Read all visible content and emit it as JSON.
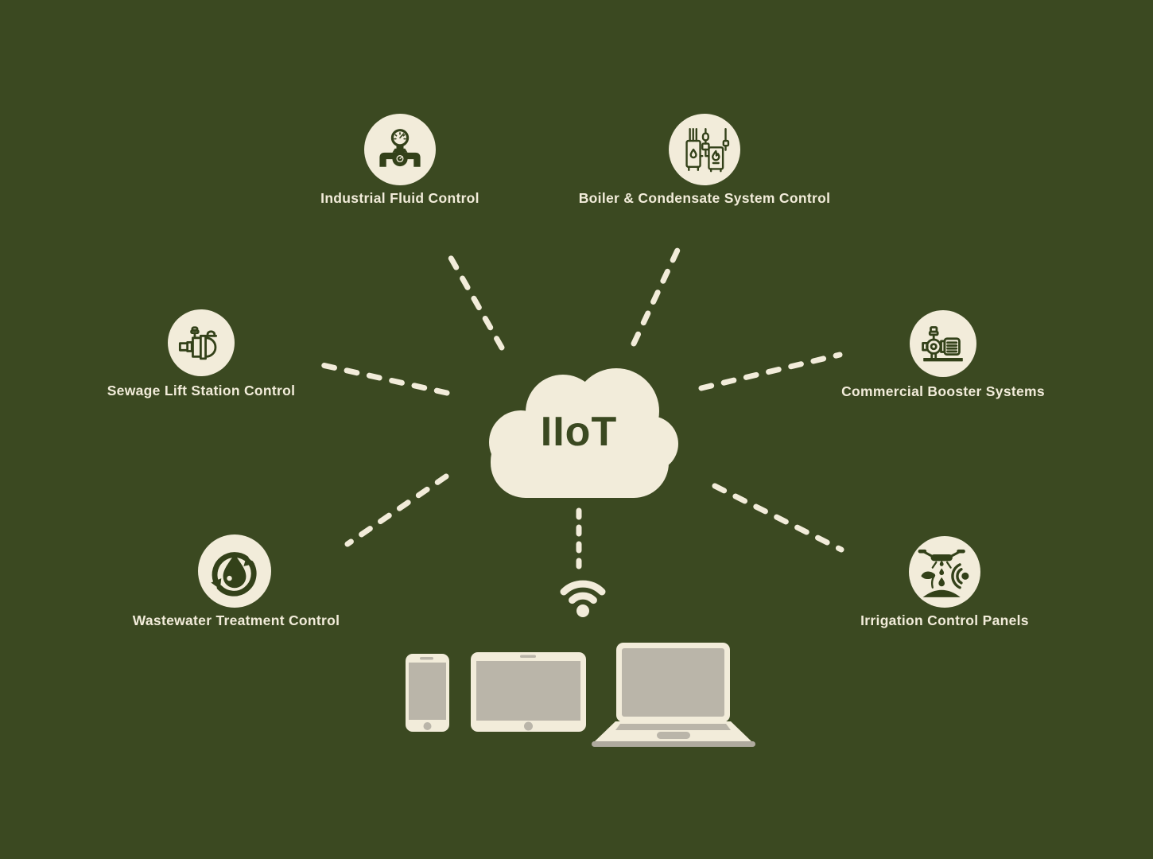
{
  "title": "IIoT connectivity infographic",
  "colors": {
    "background": "#3B4921",
    "cream": "#F2ECDA",
    "icon_green": "#334119",
    "device_screen_gray": "#BAB5A9",
    "device_shadow_gray": "#AFAA9E"
  },
  "cloud": {
    "label": "IIoT",
    "shape": "cloud"
  },
  "nodes": [
    {
      "label": "Industrial Fluid Control",
      "icon": "valve-gauge-icon"
    },
    {
      "label": "Boiler & Condensate System Control",
      "icon": "boiler-icon"
    },
    {
      "label": "Sewage Lift Station Control",
      "icon": "sewage-pump-icon"
    },
    {
      "label": "Commercial Booster Systems",
      "icon": "booster-pump-icon"
    },
    {
      "label": "Wastewater Treatment Control",
      "icon": "water-recycle-icon"
    },
    {
      "label": "Irrigation Control Panels",
      "icon": "irrigation-icon"
    }
  ],
  "connectors": {
    "style": "dashed",
    "count": 7
  },
  "wifi": {
    "icon": "wifi-icon"
  },
  "devices": [
    {
      "name": "smartphone"
    },
    {
      "name": "tablet"
    },
    {
      "name": "laptop"
    }
  ]
}
